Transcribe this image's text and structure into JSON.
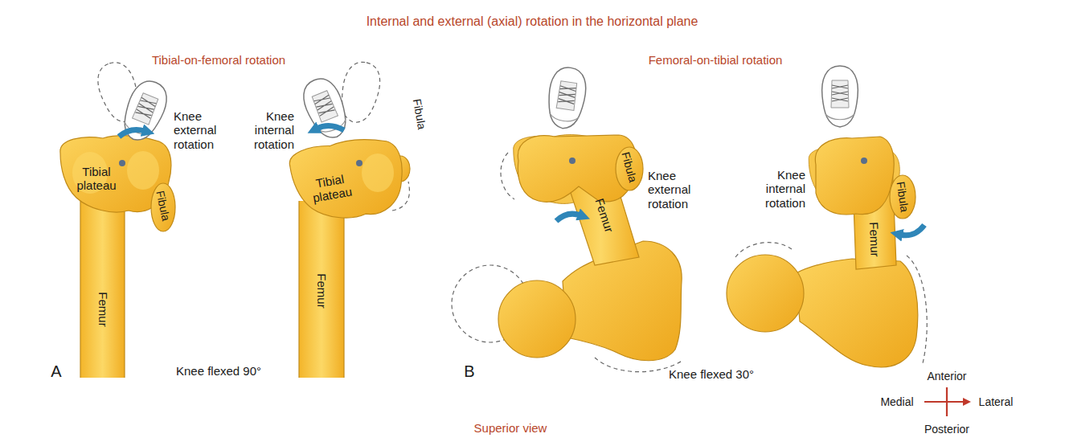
{
  "diagram": {
    "title": "Internal and external (axial) rotation in the horizontal plane",
    "caption": "Superior view",
    "labels": [
      "Tibial-on-femoral rotation",
      "Femoral-on-tibial rotation",
      "Knee external rotation",
      "Tibial plateau",
      "Fibula",
      "Femur",
      "Knee internal rotation",
      "Tibial plateau",
      "Fibula",
      "Femur",
      "A",
      "Knee flexed 90°",
      "Fibula",
      "Knee external rotation",
      "Femur",
      "Knee internal rotation",
      "Fibula",
      "Femur",
      "B",
      "Knee flexed 30°",
      "Anterior",
      "Medial",
      "Lateral",
      "Posterior"
    ]
  }
}
